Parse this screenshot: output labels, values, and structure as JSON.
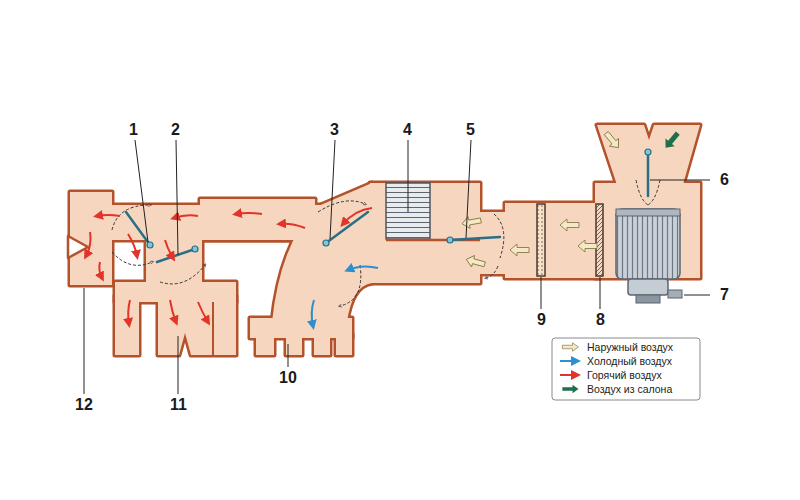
{
  "diagram": {
    "labels": [
      "1",
      "2",
      "3",
      "4",
      "5",
      "6",
      "7",
      "8",
      "9",
      "10",
      "11",
      "12"
    ],
    "legend": [
      {
        "text": "Наружный воздух"
      },
      {
        "text": "Холодный воздух"
      },
      {
        "text": "Горячий воздух"
      },
      {
        "text": "Воздух из салона"
      }
    ]
  }
}
